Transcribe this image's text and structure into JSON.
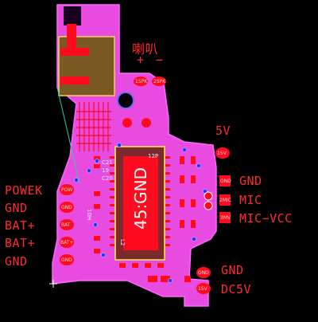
{
  "speaker": {
    "label": "喇叭",
    "plus": "+",
    "minus": "−"
  },
  "labels": {
    "v5": "5V",
    "gnd_right_top": "GND",
    "mic": "MIC",
    "mic_vcc": "MIC−VCC",
    "gnd_right_bottom": "GND",
    "dc5v": "DC5V",
    "powek": "POWEK",
    "gnd_left_top": "GND",
    "bat_plus_1": "BAT+",
    "bat_plus_2": "BAT+",
    "gnd_left_bottom": "GND"
  },
  "chip": {
    "label": "45:GND",
    "side_text": "12P"
  },
  "pads": {
    "tp_5v": "15V",
    "tp_gnd": "GND",
    "tp_mic": "2MIC",
    "tp_mic_vcc": "3MV",
    "tp_gnd2": "GND",
    "tp_dc5v": "15V",
    "tp_powek": "POW",
    "tp_left_gnd": "GND",
    "tp_bat1": "BAT",
    "tp_bat2": "BAT+",
    "tp_left_gnd2": "GND",
    "spk_plus": "1SPK",
    "spk_minus": "2SPK"
  },
  "silk": {
    "c21": "C21",
    "c19": "19",
    "c20": "C20",
    "p12": "12P",
    "l2": "L2",
    "r10": "10H"
  },
  "colors": {
    "background": "#000000",
    "board": "#e84be0",
    "copper": "#ff0a1e",
    "text": "#ff2a2a",
    "outline": "#ff66ff"
  }
}
